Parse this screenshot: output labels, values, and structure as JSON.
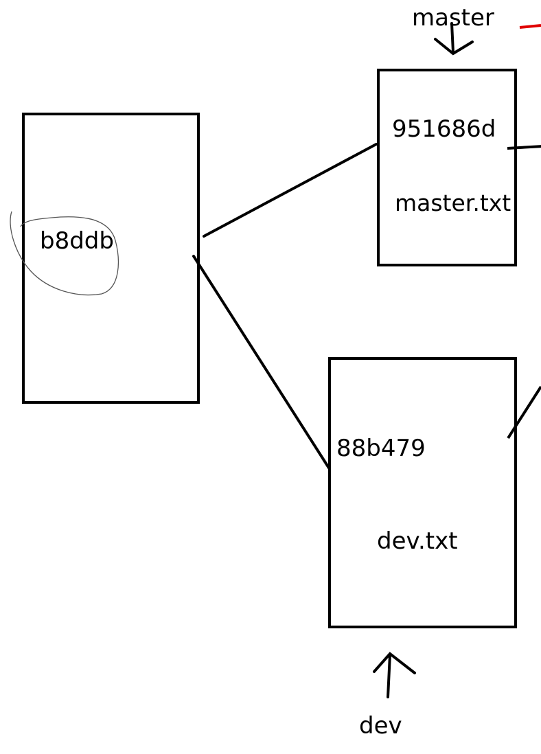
{
  "nodes": {
    "base": {
      "hash": "b8ddb"
    },
    "master_commit": {
      "hash": "951686d",
      "file": "master.txt"
    },
    "dev_commit": {
      "hash": "88b479",
      "file": "dev.txt"
    }
  },
  "pointers": {
    "master": {
      "label": "master"
    },
    "dev": {
      "label": "dev"
    }
  },
  "colors": {
    "ink": "#000000",
    "marker_red": "#e00000",
    "circle": "#555555",
    "background": "#ffffff"
  }
}
